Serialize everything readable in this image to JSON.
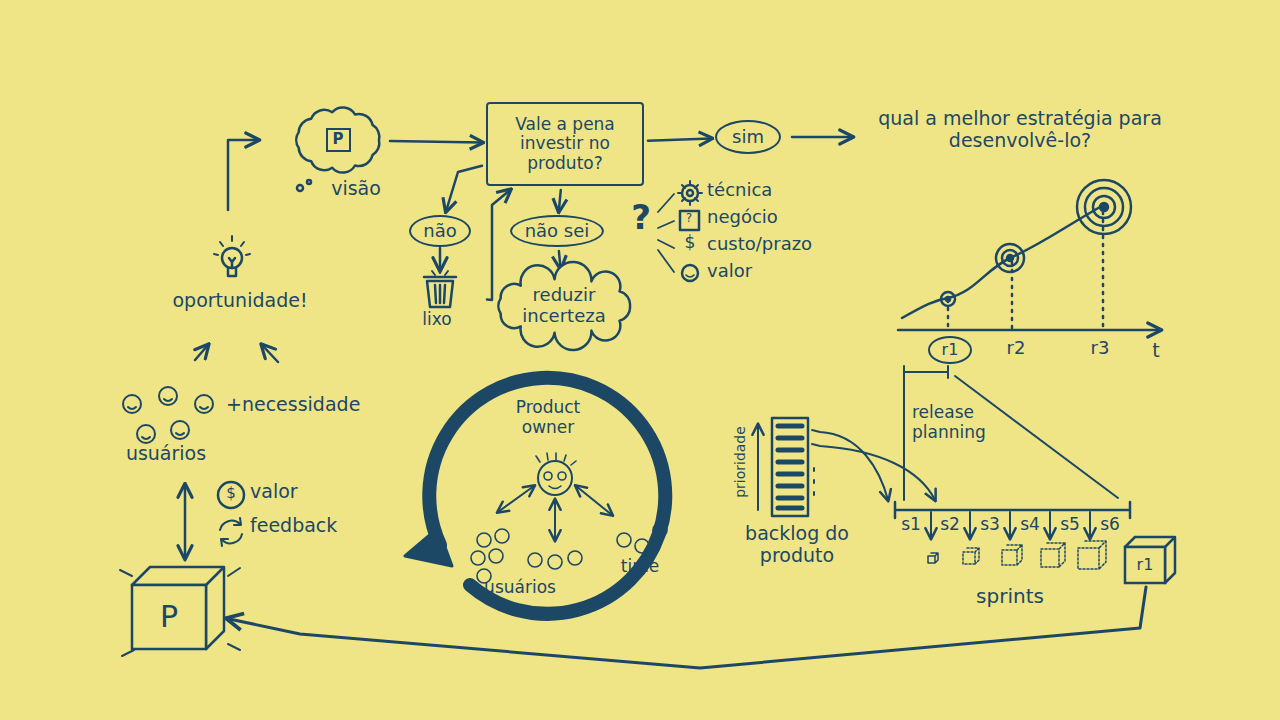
{
  "diagram": {
    "nodes": [
      {
        "text": [
          "P"
        ]
      },
      {
        "text": [
          "Vale a pena investir no produto?"
        ]
      },
      {
        "text": [
          "sim"
        ]
      },
      {
        "text": [
          "não"
        ]
      },
      {
        "text": [
          "não sei"
        ]
      },
      {
        "text": [
          "reduzir incerteza"
        ]
      },
      {
        "text": [
          "r1"
        ]
      },
      {
        "text": [
          "r1"
        ]
      },
      {
        "text": [
          "P"
        ]
      }
    ],
    "edges": [
      {
        "from": 0,
        "to": 1,
        "arrow": "to"
      },
      {
        "from": 1,
        "to": 2,
        "arrow": "to"
      },
      {
        "from": 1,
        "to": 3,
        "arrow": "to"
      },
      {
        "from": 1,
        "to": 4,
        "arrow": "to"
      },
      {
        "from": 4,
        "to": 5,
        "arrow": "to"
      },
      {
        "from": 5,
        "to": 1,
        "arrow": "to"
      },
      {
        "from": 7,
        "to": 8,
        "arrow": "to"
      }
    ],
    "labels": [
      "visão",
      "qual a melhor estratégia para desenvolvê-lo?",
      "lixo",
      "?",
      "técnica",
      "?",
      "negócio",
      "$",
      "custo/prazo",
      "valor",
      "r2",
      "r3",
      "t",
      "release planning",
      "oportunidade!",
      "usuários",
      "+necessidade",
      "$",
      "valor",
      "feedback",
      "Product owner",
      "usuários",
      "time",
      "prioridade",
      "backlog do produto",
      "s1",
      "s2",
      "s3",
      "s4",
      "s5",
      "s6",
      "sprints"
    ]
  }
}
